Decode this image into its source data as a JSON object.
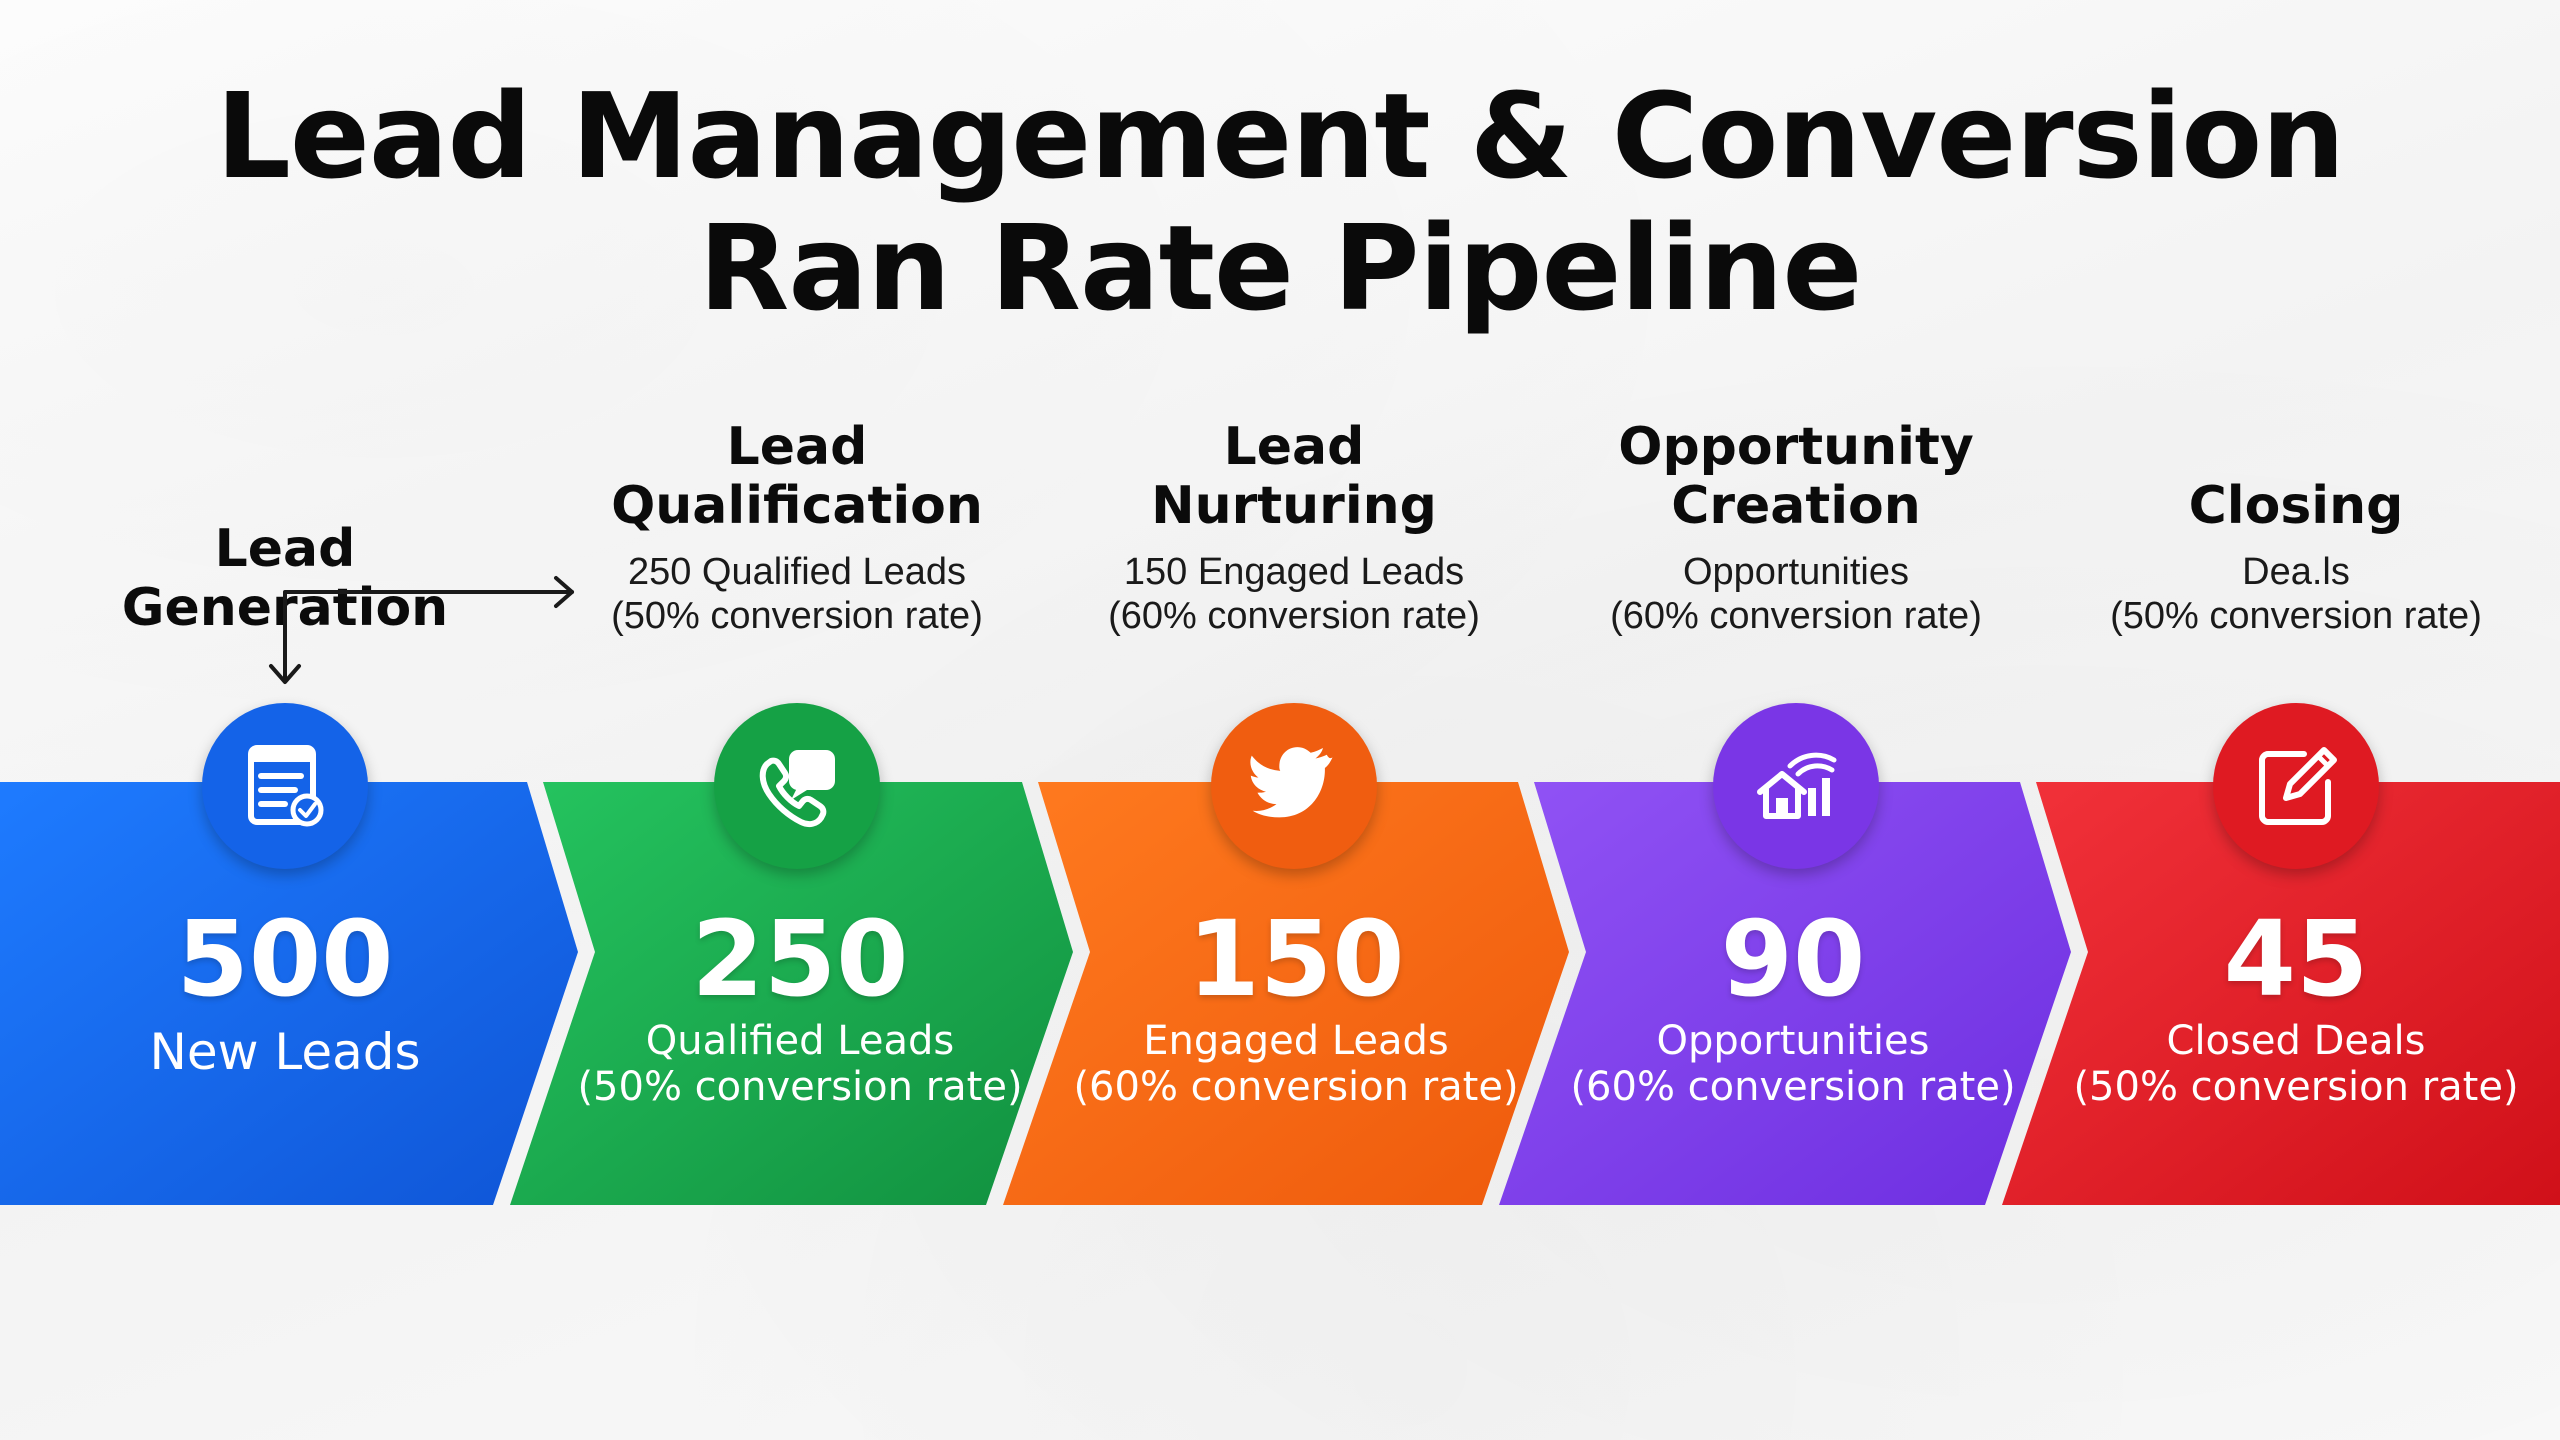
{
  "title": {
    "line1": "Lead Management & Conversion",
    "line2": "Ran Rate Pipeline"
  },
  "colors": {
    "blue": "#1565e6",
    "green": "#16a34a",
    "orange": "#f26412",
    "purple": "#7c3aed",
    "red": "#e01b24"
  },
  "stages": [
    {
      "name_line1": "Lead",
      "name_line2": "Generation",
      "desc_line1": "",
      "desc_line2": "",
      "icon": "form-icon",
      "value": "500",
      "label_line1": "New Leads",
      "label_line2": ""
    },
    {
      "name_line1": "Lead",
      "name_line2": "Qualification",
      "desc_line1": "250 Qualified Leads",
      "desc_line2": "(50% conversion rate)",
      "icon": "phone-chat-icon",
      "value": "250",
      "label_line1": "Qualified Leads",
      "label_line2": "(50% conversion rate)"
    },
    {
      "name_line1": "Lead",
      "name_line2": "Nurturing",
      "desc_line1": "150 Engaged Leads",
      "desc_line2": "(60% conversion rate)",
      "icon": "bird-icon",
      "value": "150",
      "label_line1": "Engaged Leads",
      "label_line2": "(60% conversion rate)"
    },
    {
      "name_line1": "Opportunity",
      "name_line2": "Creation",
      "desc_line1": "Opportunities",
      "desc_line2": "(60% conversion rate)",
      "icon": "house-chart-icon",
      "value": "90",
      "label_line1": "Opportunities",
      "label_line2": "(60% conversion rate)"
    },
    {
      "name_line1": "",
      "name_line2": "Closing",
      "desc_line1": "Dea.ls",
      "desc_line2": "(50% conversion rate)",
      "icon": "edit-document-icon",
      "value": "45",
      "label_line1": "Closed Deals",
      "label_line2": "(50% conversion rate)"
    }
  ]
}
